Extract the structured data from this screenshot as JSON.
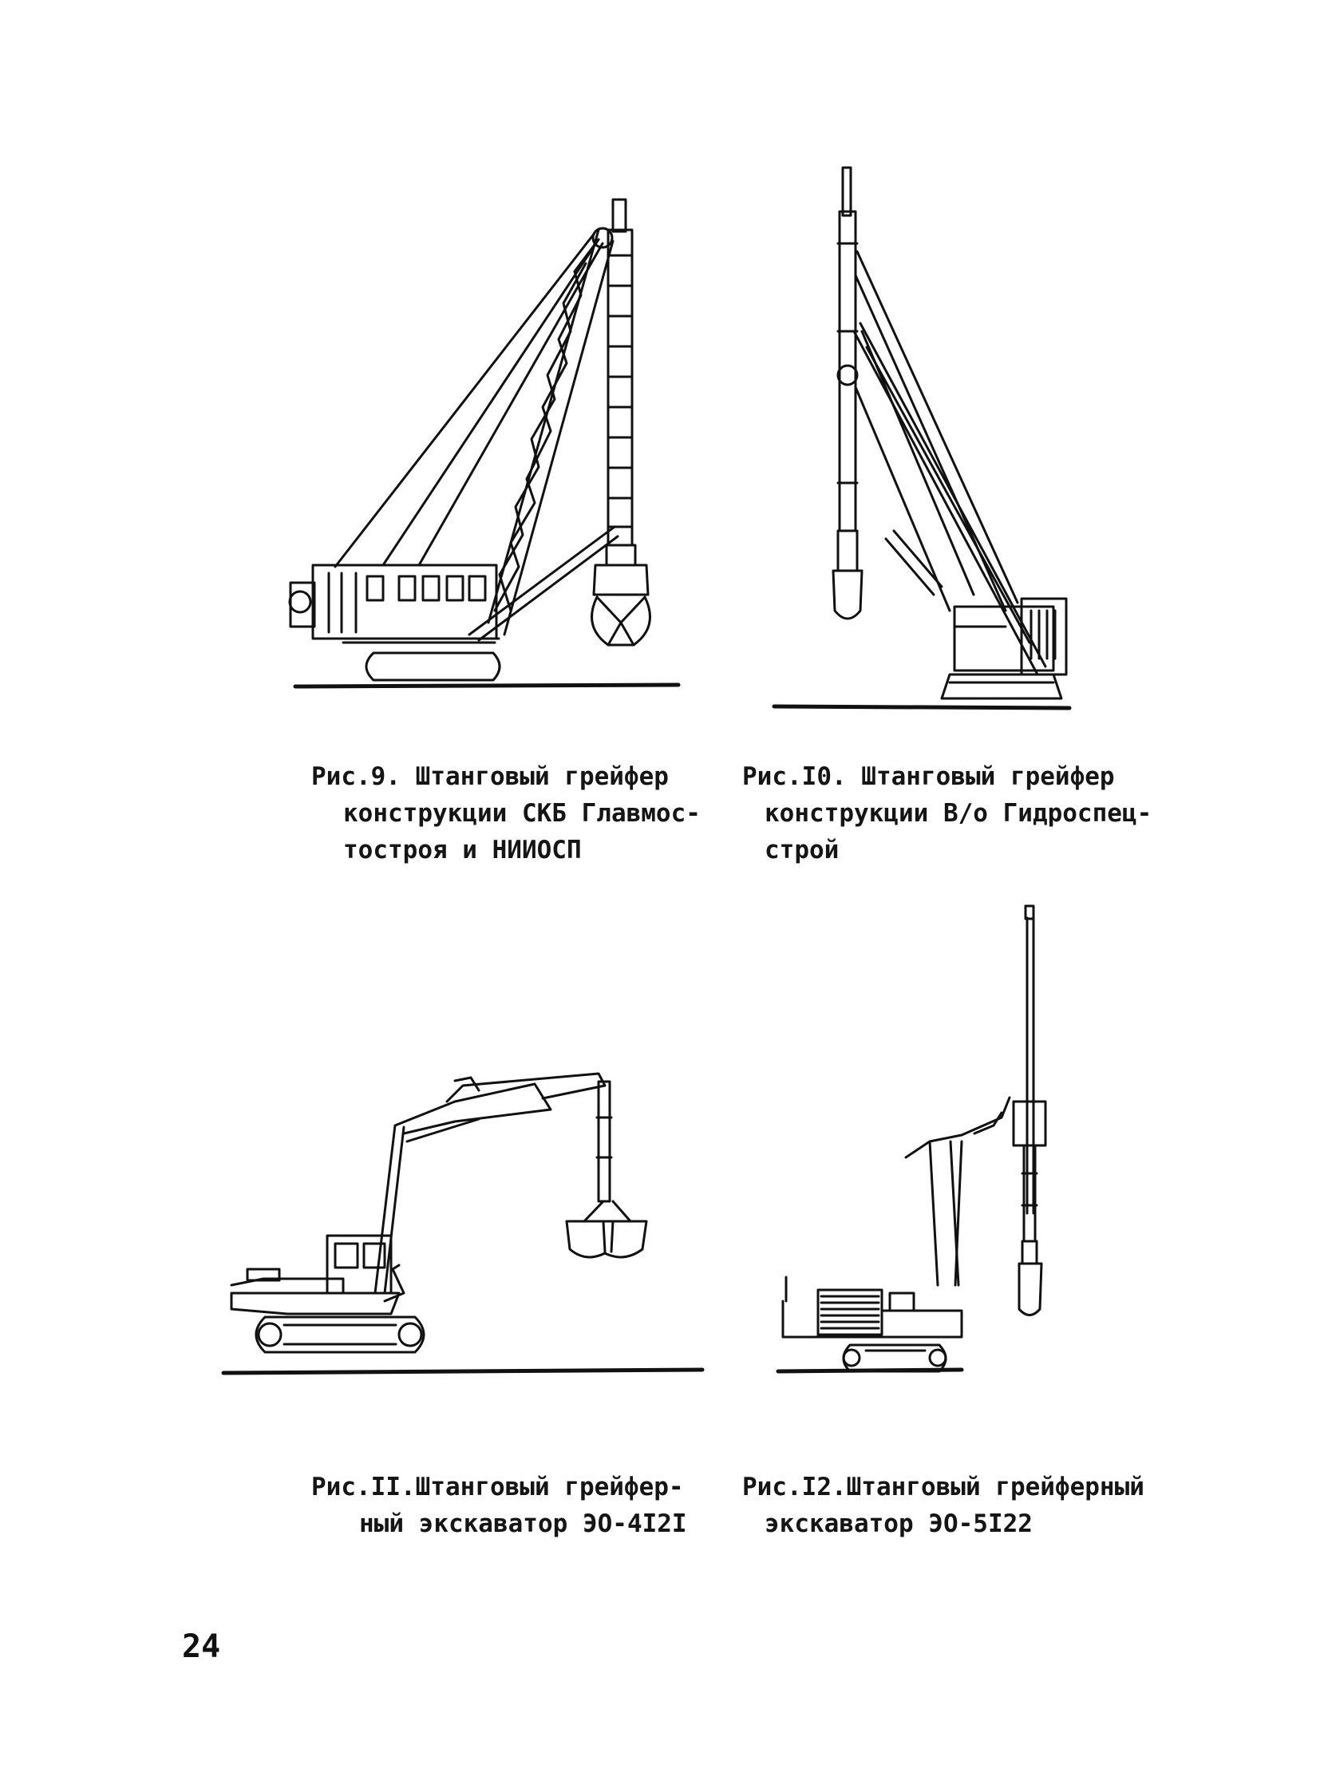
{
  "figures": [
    {
      "id": "fig9",
      "caption": [
        "Рис.9. Штанговый грейфер",
        "конструкции СКБ Главмос-",
        "тостроя и НИИОСП"
      ]
    },
    {
      "id": "fig10",
      "caption": [
        "Рис.I0. Штанговый грейфер",
        "конструкции В/о Гидроспец-",
        "строй"
      ]
    },
    {
      "id": "fig11",
      "caption": [
        "Рис.II.Штанговый грейфер-",
        "ный экскаватор ЭО-4I2I"
      ]
    },
    {
      "id": "fig12",
      "caption": [
        "Рис.I2.Штанговый грейферный",
        "экскаватор ЭО-5I22"
      ]
    }
  ],
  "page_number": "24"
}
